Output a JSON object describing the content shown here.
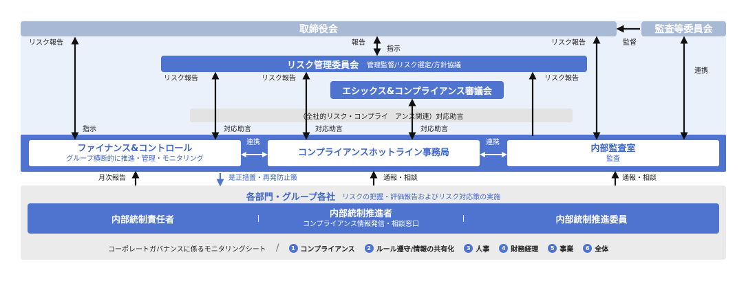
{
  "board": "取締役会",
  "audit_committee": "監査等委員会",
  "risk_committee": {
    "title": "リスク管理委員会",
    "subtitle": "管理監督/リスク選定/方針協議"
  },
  "ethics_council": "エシックス&コンプライアンス審議会",
  "advice_bar": "（全社的リスク・コンプライ　アンス関連）対応助言",
  "finance": {
    "title": "ファイナンス&コントロール",
    "subtitle": "グループ横断的に推進・管理・モニタリング"
  },
  "hotline": "コンプライアンスホットライン事務局",
  "audit_office": {
    "title": "内部監査室",
    "subtitle": "監査"
  },
  "depts": {
    "title": "各部門・グループ各社",
    "subtitle": "リスクの把握・評価報告およびリスク対応策の実施"
  },
  "roles": {
    "responsible": "内部統制責任者",
    "promoter": "内部統制推進者",
    "promoter_sub": "コンプライアンス情報発信・相談窓口",
    "committee": "内部統制推進委員"
  },
  "labels": {
    "risk_report_left": "リスク報告",
    "report": "報告",
    "instruction_top": "指示",
    "risk_report_right_top": "リスク報告",
    "supervision": "監督",
    "cooperation_right": "連携",
    "risk_report_a": "リスク報告",
    "risk_report_b": "リスク報告",
    "risk_report_c": "リスク報告",
    "instruction": "指示",
    "advice_a": "対応助言",
    "advice_b": "対応助言",
    "advice_c": "対応助言",
    "link_a": "連携",
    "link_b": "連携",
    "monthly_report": "月次報告",
    "correction": "是正措置・再発防止策",
    "notify_a": "通報・相談",
    "notify_b": "通報・相談"
  },
  "legend": {
    "title": "コーポレートガバナンスに係るモニタリングシート",
    "items": [
      {
        "num": "1",
        "label": "コンプライアンス"
      },
      {
        "num": "2",
        "label": "ルール遵守/情報の共有化"
      },
      {
        "num": "3",
        "label": "人事"
      },
      {
        "num": "4",
        "label": "財務経理"
      },
      {
        "num": "5",
        "label": "事業"
      },
      {
        "num": "6",
        "label": "全体"
      }
    ]
  },
  "colors": {
    "primary": "#4e74d0",
    "light_bg": "#ebf1fb",
    "gray_bar": "#a8b9d6",
    "gray_bg": "#ebebeb"
  }
}
